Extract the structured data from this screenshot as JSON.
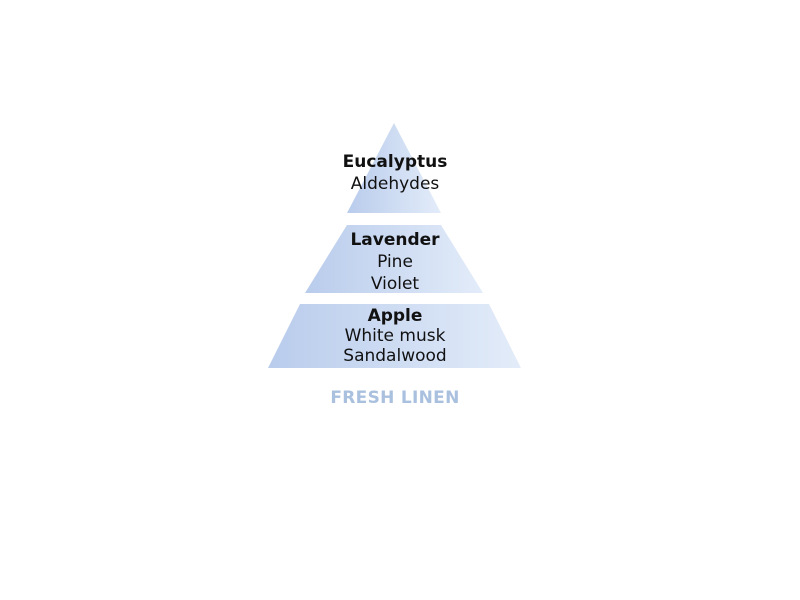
{
  "pyramid": {
    "tiers": [
      {
        "id": "top",
        "primary": "Eucalyptus",
        "secondary": [
          "Aldehydes"
        ]
      },
      {
        "id": "middle",
        "primary": "Lavender",
        "secondary": [
          "Pine",
          "Violet"
        ]
      },
      {
        "id": "base",
        "primary": "Apple",
        "secondary": [
          "White musk",
          "Sandalwood"
        ]
      }
    ],
    "caption": "FRESH LINEN"
  },
  "colors": {
    "tier_fill_dark": "#b9ccec",
    "tier_fill_light": "#e3ecf9",
    "caption": "#a9c0de",
    "text": "#111111"
  }
}
